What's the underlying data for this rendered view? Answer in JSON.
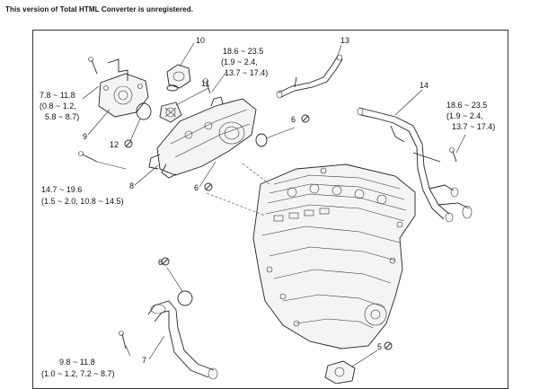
{
  "banner": "This version of Total HTML Converter is unregistered.",
  "callouts": {
    "c5": "5",
    "c6a": "6",
    "c6b": "6",
    "c6c": "6",
    "c7": "7",
    "c8": "8",
    "c9": "9",
    "c10": "10",
    "c11": "11",
    "c12": "12",
    "c13": "13",
    "c14": "14"
  },
  "torque": {
    "t_left_top": [
      "7.8 ~ 11.8",
      "(0.8 ~ 1.2,",
      "5.8 ~ 8.7)"
    ],
    "t_left_mid": [
      "14.7 ~ 19.6",
      "(1.5 ~ 2.0, 10.8 ~ 14.5)"
    ],
    "t_left_bottom": [
      "9.8 ~ 11.8",
      "(1.0 ~ 1.2, 7.2 ~ 8.7)"
    ],
    "t_top_center": [
      "18.6 ~ 23.5",
      "(1.9 ~ 2.4,",
      "13.7 ~ 17.4)"
    ],
    "t_right": [
      "18.6 ~ 23.5",
      "(1.9 ~ 2.4,",
      "13.7 ~ 17.4)"
    ]
  }
}
